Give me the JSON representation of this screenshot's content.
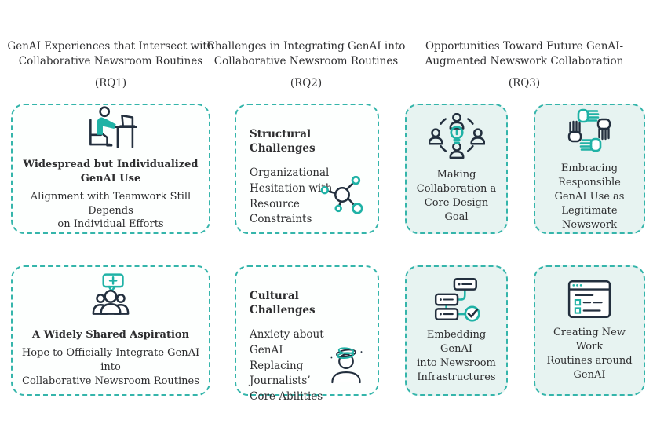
{
  "figure": {
    "columns": [
      {
        "title": "GenAI Experiences that Intersect with\nCollaborative Newsroom Routines",
        "rq": "(RQ1)"
      },
      {
        "title": "Challenges in Integrating GenAI into\nCollaborative Newsroom Routines",
        "rq": "(RQ2)"
      },
      {
        "title": "Opportunities Toward Future GenAI-\nAugmented Newswork Collaboration",
        "rq": "(RQ3)"
      }
    ],
    "cards": {
      "widespread_use": {
        "icon": "person-at-desk-icon",
        "title": "Widespread but Individualized\nGenAI Use",
        "subtitle": "Alignment with Teamwork Still Depends\non Individual Efforts"
      },
      "structural_challenges": {
        "icon": "network-nodes-icon",
        "title": "Structural Challenges",
        "body": "Organizational\nHesitation with\nResource\nConstraints"
      },
      "collaboration_goal": {
        "icon": "people-lightbulb-icon",
        "label": "Making\nCollaboration a\nCore Design Goal"
      },
      "responsible_use": {
        "icon": "hands-together-icon",
        "label": "Embracing Responsible\nGenAI Use as\nLegitimate Newswork"
      },
      "shared_aspiration": {
        "icon": "group-chat-plus-icon",
        "title": "A Widely Shared Aspiration",
        "subtitle": "Hope to Officially Integrate GenAI into\nCollaborative Newsroom Routines"
      },
      "cultural_challenges": {
        "icon": "dizzy-person-icon",
        "title": "Cultural Challenges",
        "body": "Anxiety about GenAI\nReplacing\nJournalists’\nCore Abilities"
      },
      "embedding_genai": {
        "icon": "flowchart-check-icon",
        "label": "Embedding GenAI\ninto Newsroom\nInfrastructures"
      },
      "new_routines": {
        "icon": "browser-list-icon",
        "label": "Creating New Work\nRoutines around\nGenAI"
      }
    },
    "colors": {
      "teal": "#20b2a6",
      "dark_navy": "#232f3e",
      "light_teal_bg": "#e7f3f1",
      "dashed_border": "#35b5ab",
      "text": "#2d2d2f"
    }
  }
}
